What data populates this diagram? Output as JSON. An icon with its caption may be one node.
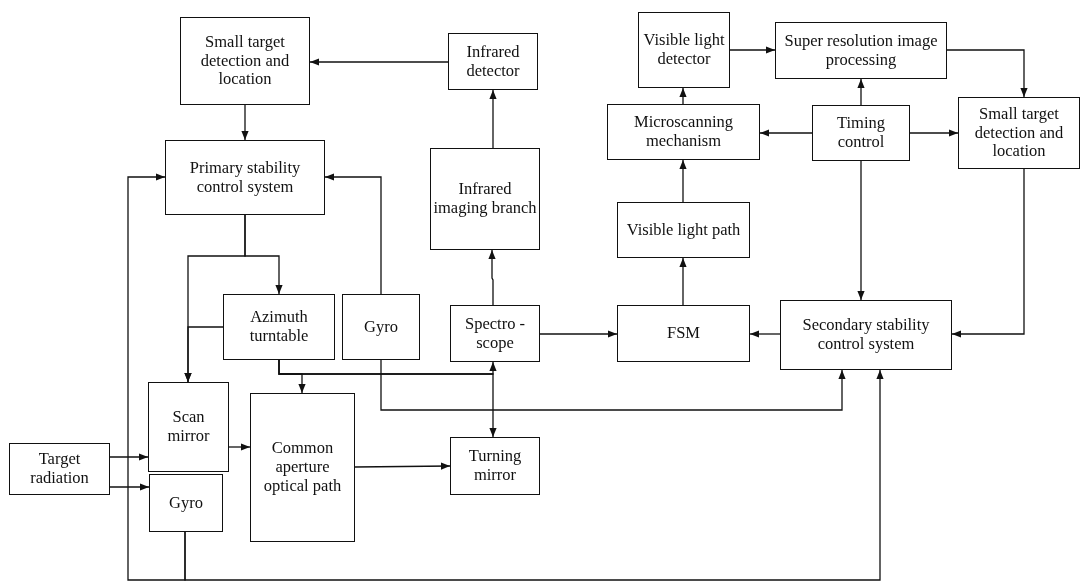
{
  "diagram": {
    "nodes": [
      {
        "text": [
          "Small target detection and location"
        ]
      },
      {
        "text": [
          "Infrared detector"
        ]
      },
      {
        "text": [
          "Primary stability control system"
        ]
      },
      {
        "text": [
          "Infrared imaging branch"
        ]
      },
      {
        "text": [
          "Visible light detector"
        ]
      },
      {
        "text": [
          "Super resolution image processing"
        ]
      },
      {
        "text": [
          "Microscanning mechanism"
        ]
      },
      {
        "text": [
          "Timing control"
        ]
      },
      {
        "text": [
          "Small target detection and location"
        ]
      },
      {
        "text": [
          "Visible light path"
        ]
      },
      {
        "text": [
          "Azimuth turntable"
        ]
      },
      {
        "text": [
          "Gyro"
        ]
      },
      {
        "text": [
          "Spectro -scope"
        ]
      },
      {
        "text": [
          "FSM"
        ]
      },
      {
        "text": [
          "Secondary stability control system"
        ]
      },
      {
        "text": [
          "Scan mirror"
        ]
      },
      {
        "text": [
          "Target radiation"
        ]
      },
      {
        "text": [
          "Gyro"
        ]
      },
      {
        "text": [
          "Common aperture optical path"
        ]
      },
      {
        "text": [
          "Turning mirror"
        ]
      }
    ],
    "edges": [
      {
        "from": 1,
        "to": 0,
        "arrow": "to"
      },
      {
        "from": 0,
        "to": 2,
        "arrow": "to"
      },
      {
        "from": 3,
        "to": 1,
        "arrow": "to"
      },
      {
        "from": 12,
        "to": 3,
        "arrow": "to"
      },
      {
        "from": 2,
        "to": 10,
        "arrow": "to"
      },
      {
        "from": 2,
        "to": 15,
        "arrow": "to"
      },
      {
        "from": 10,
        "to": 15,
        "arrow": "to"
      },
      {
        "from": 10,
        "to": 18,
        "arrow": "to"
      },
      {
        "from": 10,
        "to": 12,
        "arrow": "to"
      },
      {
        "from": 10,
        "to": 19,
        "arrow": "to"
      },
      {
        "from": 11,
        "to": 2,
        "arrow": "to"
      },
      {
        "from": 11,
        "to": 14,
        "arrow": "to"
      },
      {
        "from": 17,
        "to": 2,
        "arrow": "to"
      },
      {
        "from": 17,
        "to": 14,
        "arrow": "to"
      },
      {
        "from": 16,
        "to": 15,
        "arrow": "to"
      },
      {
        "from": 16,
        "to": 17,
        "arrow": "to"
      },
      {
        "from": 15,
        "to": 18,
        "arrow": "to"
      },
      {
        "from": 18,
        "to": 19,
        "arrow": "to"
      },
      {
        "from": 12,
        "to": 13,
        "arrow": "to"
      },
      {
        "from": 14,
        "to": 13,
        "arrow": "to"
      },
      {
        "from": 13,
        "to": 9,
        "arrow": "to"
      },
      {
        "from": 9,
        "to": 6,
        "arrow": "to"
      },
      {
        "from": 6,
        "to": 4,
        "arrow": "to"
      },
      {
        "from": 4,
        "to": 5,
        "arrow": "to"
      },
      {
        "from": 7,
        "to": 5,
        "arrow": "to"
      },
      {
        "from": 7,
        "to": 6,
        "arrow": "to"
      },
      {
        "from": 7,
        "to": 8,
        "arrow": "to"
      },
      {
        "from": 5,
        "to": 8,
        "arrow": "to"
      },
      {
        "from": 7,
        "to": 14,
        "arrow": "to"
      },
      {
        "from": 8,
        "to": 14,
        "arrow": "to"
      }
    ]
  }
}
